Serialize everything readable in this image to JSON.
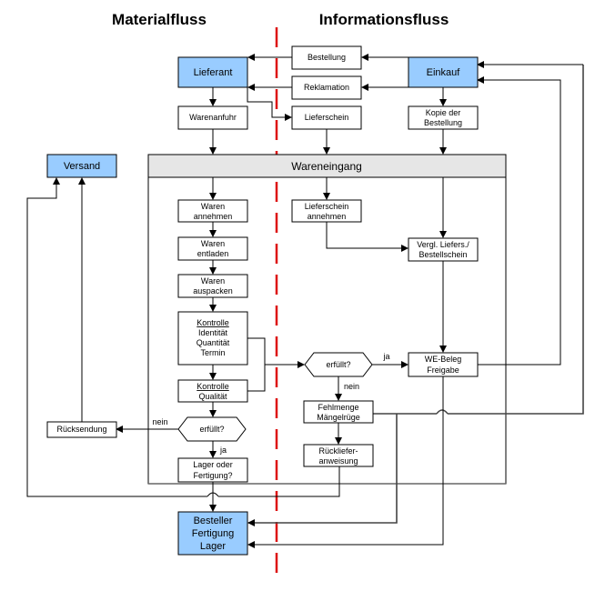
{
  "headers": {
    "left": "Materialfluss",
    "right": "Informationsfluss"
  },
  "colors": {
    "highlight_box": "#99ccff",
    "group_header": "#e6e6e6",
    "divider": "#dd1111"
  },
  "nodes": {
    "lieferant": "Lieferant",
    "einkauf": "Einkauf",
    "bestellung": "Bestellung",
    "reklamation": "Reklamation",
    "lieferschein": "Lieferschein",
    "warenanfuhr": "Warenanfuhr",
    "kopie": [
      "Kopie der",
      "Bestellung"
    ],
    "versand": "Versand",
    "wareneingang": "Wareneingang",
    "waren_annehmen": [
      "Waren",
      "annehmen"
    ],
    "waren_entladen": [
      "Waren",
      "entladen"
    ],
    "waren_auspacken": [
      "Waren",
      "auspacken"
    ],
    "kontrolle1": {
      "title": "Kontrolle",
      "lines": [
        "Identität",
        "Quantität",
        "Termin"
      ]
    },
    "kontrolle2": {
      "title": "Kontrolle",
      "lines": [
        "Qualität"
      ]
    },
    "erfuellt_left": "erfüllt?",
    "lager_oder": [
      "Lager oder",
      "Fertigung?"
    ],
    "ruecksendung": "Rücksendung",
    "lieferschein_annehmen": [
      "Lieferschein",
      "annehmen"
    ],
    "vergl": [
      "Vergl. Liefers./",
      "Bestellschein"
    ],
    "erfuellt_right": "erfüllt?",
    "we_beleg": [
      "WE-Beleg",
      "Freigabe"
    ],
    "fehlmenge": [
      "Fehlmenge",
      "Mängelrüge"
    ],
    "ruecklieferanweisung": [
      "Rückliefer-",
      "anweisung"
    ],
    "besteller": [
      "Besteller",
      "Fertigung",
      "Lager"
    ]
  },
  "edge_labels": {
    "ja_right": "ja",
    "nein_right": "nein",
    "ja_left": "ja",
    "nein_left": "nein"
  }
}
